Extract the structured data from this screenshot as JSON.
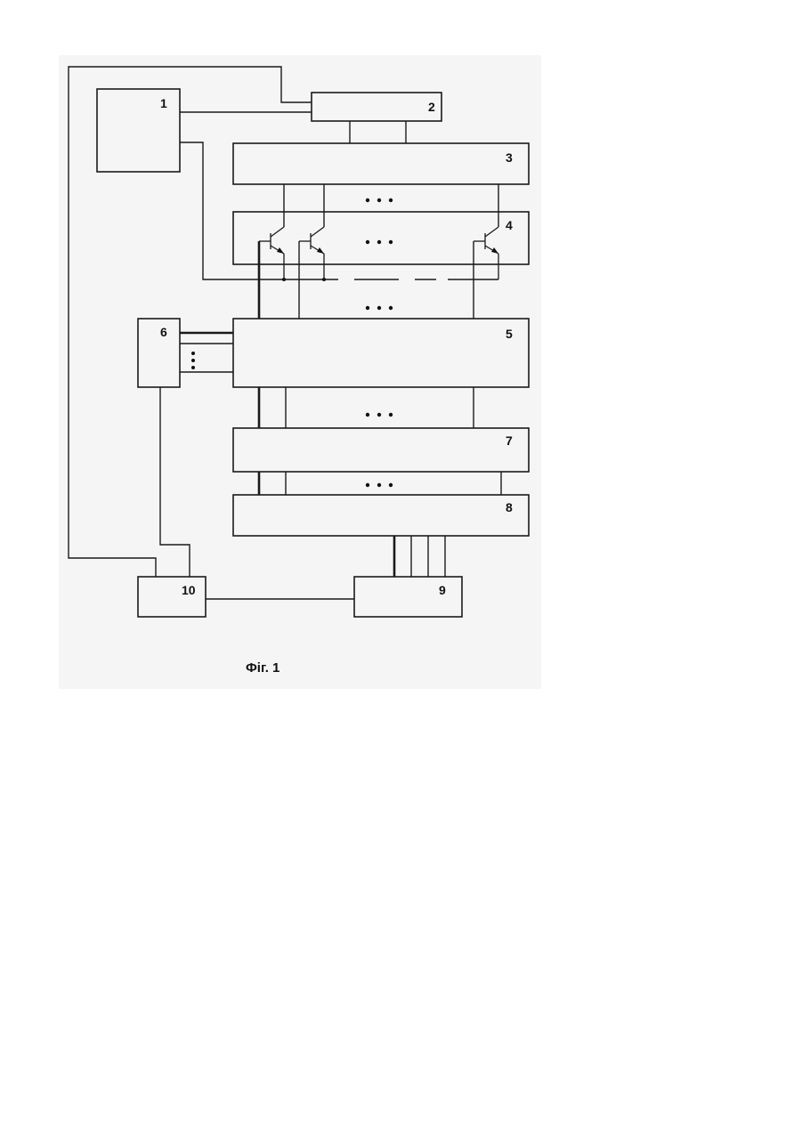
{
  "figure": {
    "caption": "Фіг. 1",
    "blocks": {
      "b1": "1",
      "b2": "2",
      "b3": "3",
      "b4": "4",
      "b5": "5",
      "b6": "6",
      "b7": "7",
      "b8": "8",
      "b9": "9",
      "b10": "10"
    },
    "colors": {
      "line": "#1a1a1a",
      "background": "#ffffff",
      "scan_tint": "#f4f4f4"
    }
  }
}
